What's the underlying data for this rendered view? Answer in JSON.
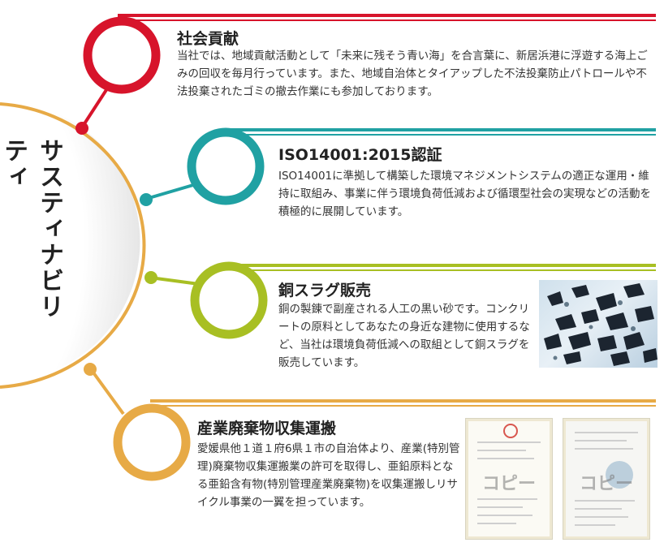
{
  "center_label": "サスティナビリティ",
  "colors": {
    "red": "#d7142b",
    "teal": "#20a1a3",
    "olive": "#a8bf23",
    "orange": "#e7aa46"
  },
  "sections": [
    {
      "title": "社会貢献",
      "body": "当社では、地域貢献活動として「未来に残そう青い海」を合言葉に、新居浜港に浮遊する海上ごみの回収を毎月行っています。また、地域自治体とタイアップした不法投棄防止パトロールや不法投棄されたゴミの撤去作業にも参加しております。"
    },
    {
      "title": "ISO14001:2015認証",
      "body": "ISO14001に準拠して構築した環境マネジメントシステムの適正な運用・維持に取組み、事業に伴う環境負荷低減および循環型社会の実現などの活動を積極的に展開しています。"
    },
    {
      "title": "銅スラグ販売",
      "body": "銅の製錬で副産される人工の黒い砂です。コンクリートの原料としてあなたの身近な建物に使用するなど、当社は環境負荷低減への取組として銅スラグを販売しています。"
    },
    {
      "title": "産業廃棄物収集運搬",
      "body": "愛媛県他１道１府6県１市の自治体より、産業(特別管理)廃棄物収集運搬業の許可を取得し、亜鉛原料となる亜鉛含有物(特別管理産業廃棄物)を収集運搬しリサイクル事業の一翼を担っています。"
    }
  ],
  "watermarks": [
    "コピー",
    "コピー"
  ]
}
